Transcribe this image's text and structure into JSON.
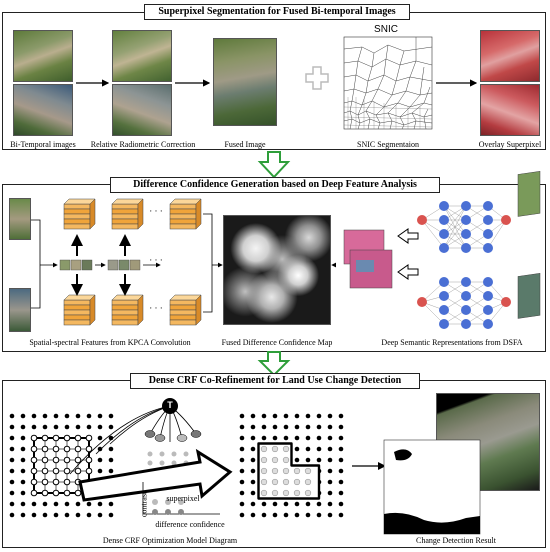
{
  "panel1": {
    "title": "Superpixel Segmentation for Fused Bi-temporal Images",
    "labels": {
      "bitemporal": "Bi-Temporal images",
      "rrc": "Relative Radiometric Correction",
      "fused": "Fused Image",
      "snic_title": "SNIC",
      "snic": "SNIC Segmentaion",
      "overlay": "Overlay Superpixel"
    }
  },
  "panel2": {
    "title": "Difference Confidence Generation based on Deep Feature Analysis",
    "labels": {
      "kpca": "Spatial-spectral Features from KPCA Convolution",
      "fdcm": "Fused Difference Confidence Map",
      "dsfa": "Deep Semantic Representations from DSFA",
      "dots": "· · ·"
    }
  },
  "panel3": {
    "title": "Dense CRF Co-Refinement for Land Use Change Detection",
    "labels": {
      "crf": "Dense CRF Optimization Model Diagram",
      "cdr": "Change Detection Result",
      "node": "T",
      "superpixel": "superpixel",
      "contrast": "contrast",
      "diffconf": "difference confidence"
    }
  },
  "colors": {
    "arrow_green": "#2e9e3a",
    "overlay_red": "#c9323a",
    "feature_orange": "#f0a43a",
    "nn_blue": "#4a6fd4",
    "nn_red": "#d9534f"
  }
}
